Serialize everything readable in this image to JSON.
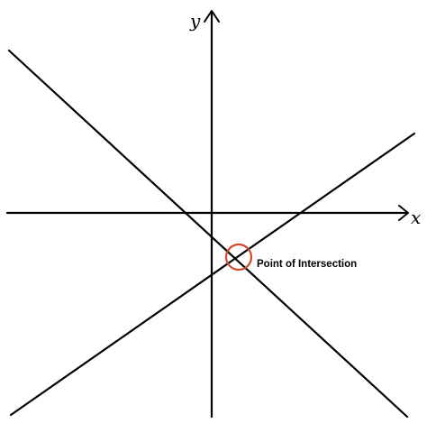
{
  "diagram": {
    "x_axis_label": "x",
    "y_axis_label": "y",
    "annotation_text": "Point of Intersection",
    "colors": {
      "lines": "#000000",
      "highlight_circle": "#d0472f",
      "background": "#ffffff"
    },
    "lines": [
      {
        "name": "descending-line"
      },
      {
        "name": "ascending-line"
      }
    ]
  }
}
